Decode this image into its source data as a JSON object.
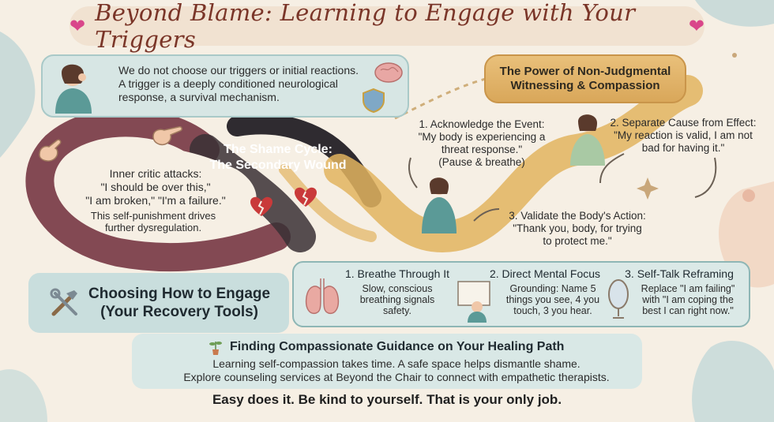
{
  "header": {
    "title": "Beyond Blame: Learning to Engage with Your Triggers"
  },
  "intro": {
    "text_lines": [
      "We do not choose our triggers or initial reactions.",
      "A trigger is a deeply conditioned neurological",
      "response, a survival mechanism."
    ]
  },
  "power": {
    "title_lines": [
      "The Power of Non-Judgmental",
      "Witnessing & Compassion"
    ]
  },
  "shame_cycle": {
    "title_lines": [
      "The Shame Cycle:",
      "The Secondary Wound"
    ],
    "critic_lines": [
      "Inner critic attacks:",
      "\"I should be over this,\"",
      "\"I am broken,\" \"I'm a failure.\""
    ],
    "punish_lines": [
      "This self-punishment drives",
      "further dysregulation."
    ]
  },
  "steps": [
    {
      "title": "1. Acknowledge the Event:",
      "lines": [
        "\"My body is experiencing a",
        "threat response.\"",
        "(Pause & breathe)"
      ]
    },
    {
      "title": "2. Separate Cause from Effect:",
      "lines": [
        "\"My reaction is valid, I am not",
        "bad for having it.\""
      ]
    },
    {
      "title": "3. Validate the Body's Action:",
      "lines": [
        "\"Thank you, body, for trying",
        "to protect me.\""
      ]
    }
  ],
  "tools": {
    "label_lines": [
      "Choosing How to Engage",
      "(Your Recovery Tools)"
    ],
    "items": [
      {
        "title": "1. Breathe Through It",
        "lines": [
          "Slow, conscious",
          "breathing signals",
          "safety."
        ]
      },
      {
        "title": "2. Direct Mental Focus",
        "lines": [
          "Grounding: Name 5",
          "things you see, 4 you",
          "touch, 3 you hear."
        ]
      },
      {
        "title": "3. Self-Talk Reframing",
        "lines": [
          "Replace \"I am failing\"",
          "with \"I am coping the",
          "best I can right now.\""
        ]
      }
    ]
  },
  "guidance": {
    "title": "Finding Compassionate Guidance on Your Healing Path",
    "lines": [
      "Learning self-compassion takes time. A safe space helps dismantle shame.",
      "Explore counseling services at Beyond the Chair to connect with empathetic therapists."
    ]
  },
  "footer": {
    "text": "Easy does it. Be kind to yourself. That is your only job."
  },
  "colors": {
    "accent_title": "#7a3528",
    "gold": "#d9a75a",
    "teal_panel": "#d7e6e4",
    "shame_dark": "#3b2a30",
    "shame_red": "#7a2e3a"
  },
  "icons": [
    "sparkle-heart-icon",
    "brain-icon",
    "shield-icon",
    "broken-heart-icon",
    "pointing-hand-icon",
    "tools-icon",
    "lungs-icon",
    "mirror-icon",
    "plant-icon",
    "sparkle-icon"
  ]
}
